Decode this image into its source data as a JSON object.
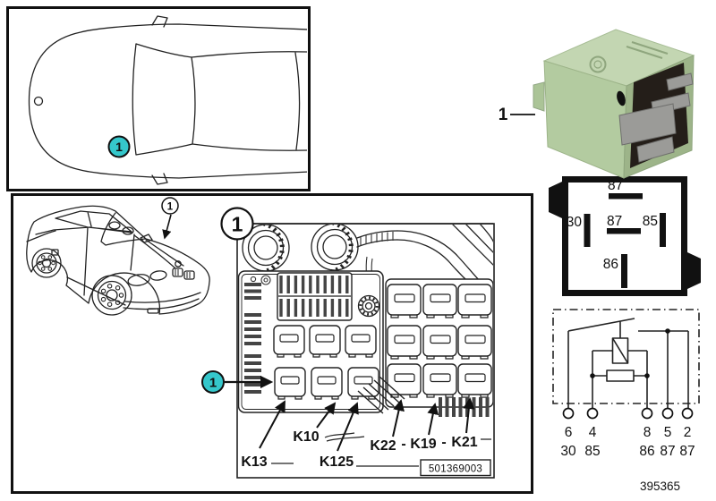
{
  "colors": {
    "badge_cyan": "#35C7CB",
    "callout_blue": "#2293CC",
    "relay_green": "#B3CBA0"
  },
  "panels": {
    "top_view": {
      "badge": "1"
    },
    "location": {
      "car_callout": "1",
      "fusebox_callout": "1",
      "relay_badge": "1",
      "relay_labels": {
        "k13": "K13",
        "k10": "K10",
        "k125": "K125",
        "k22": "K22",
        "sep1": "-",
        "k19": "K19",
        "sep2": "-",
        "k21": "K21"
      },
      "part_number": "501369003"
    }
  },
  "relay_photo": {
    "callout": "1"
  },
  "pin_diagram": {
    "pin_top": "87",
    "pin_left": "30",
    "pin_center": "87",
    "pin_right": "85",
    "pin_bottom": "86"
  },
  "schematic": {
    "terminals": [
      {
        "num": "6",
        "pin": "30"
      },
      {
        "num": "4",
        "pin": "85"
      },
      {
        "num": "8",
        "pin": "86"
      },
      {
        "num": "5",
        "pin": "87"
      },
      {
        "num": "2",
        "pin": "87"
      }
    ]
  },
  "footer": {
    "doc_number": "395365"
  }
}
